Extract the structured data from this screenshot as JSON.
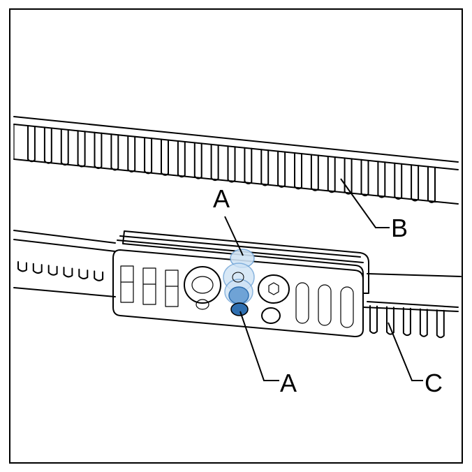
{
  "callouts": {
    "a_top": "A",
    "b": "B",
    "a_bottom": "A",
    "c": "C"
  },
  "colors": {
    "frame": "#000000",
    "highlight_light": "#cfe3f5",
    "highlight_dark": "#6fa3d6",
    "highlight_deep": "#2f6fb0"
  }
}
